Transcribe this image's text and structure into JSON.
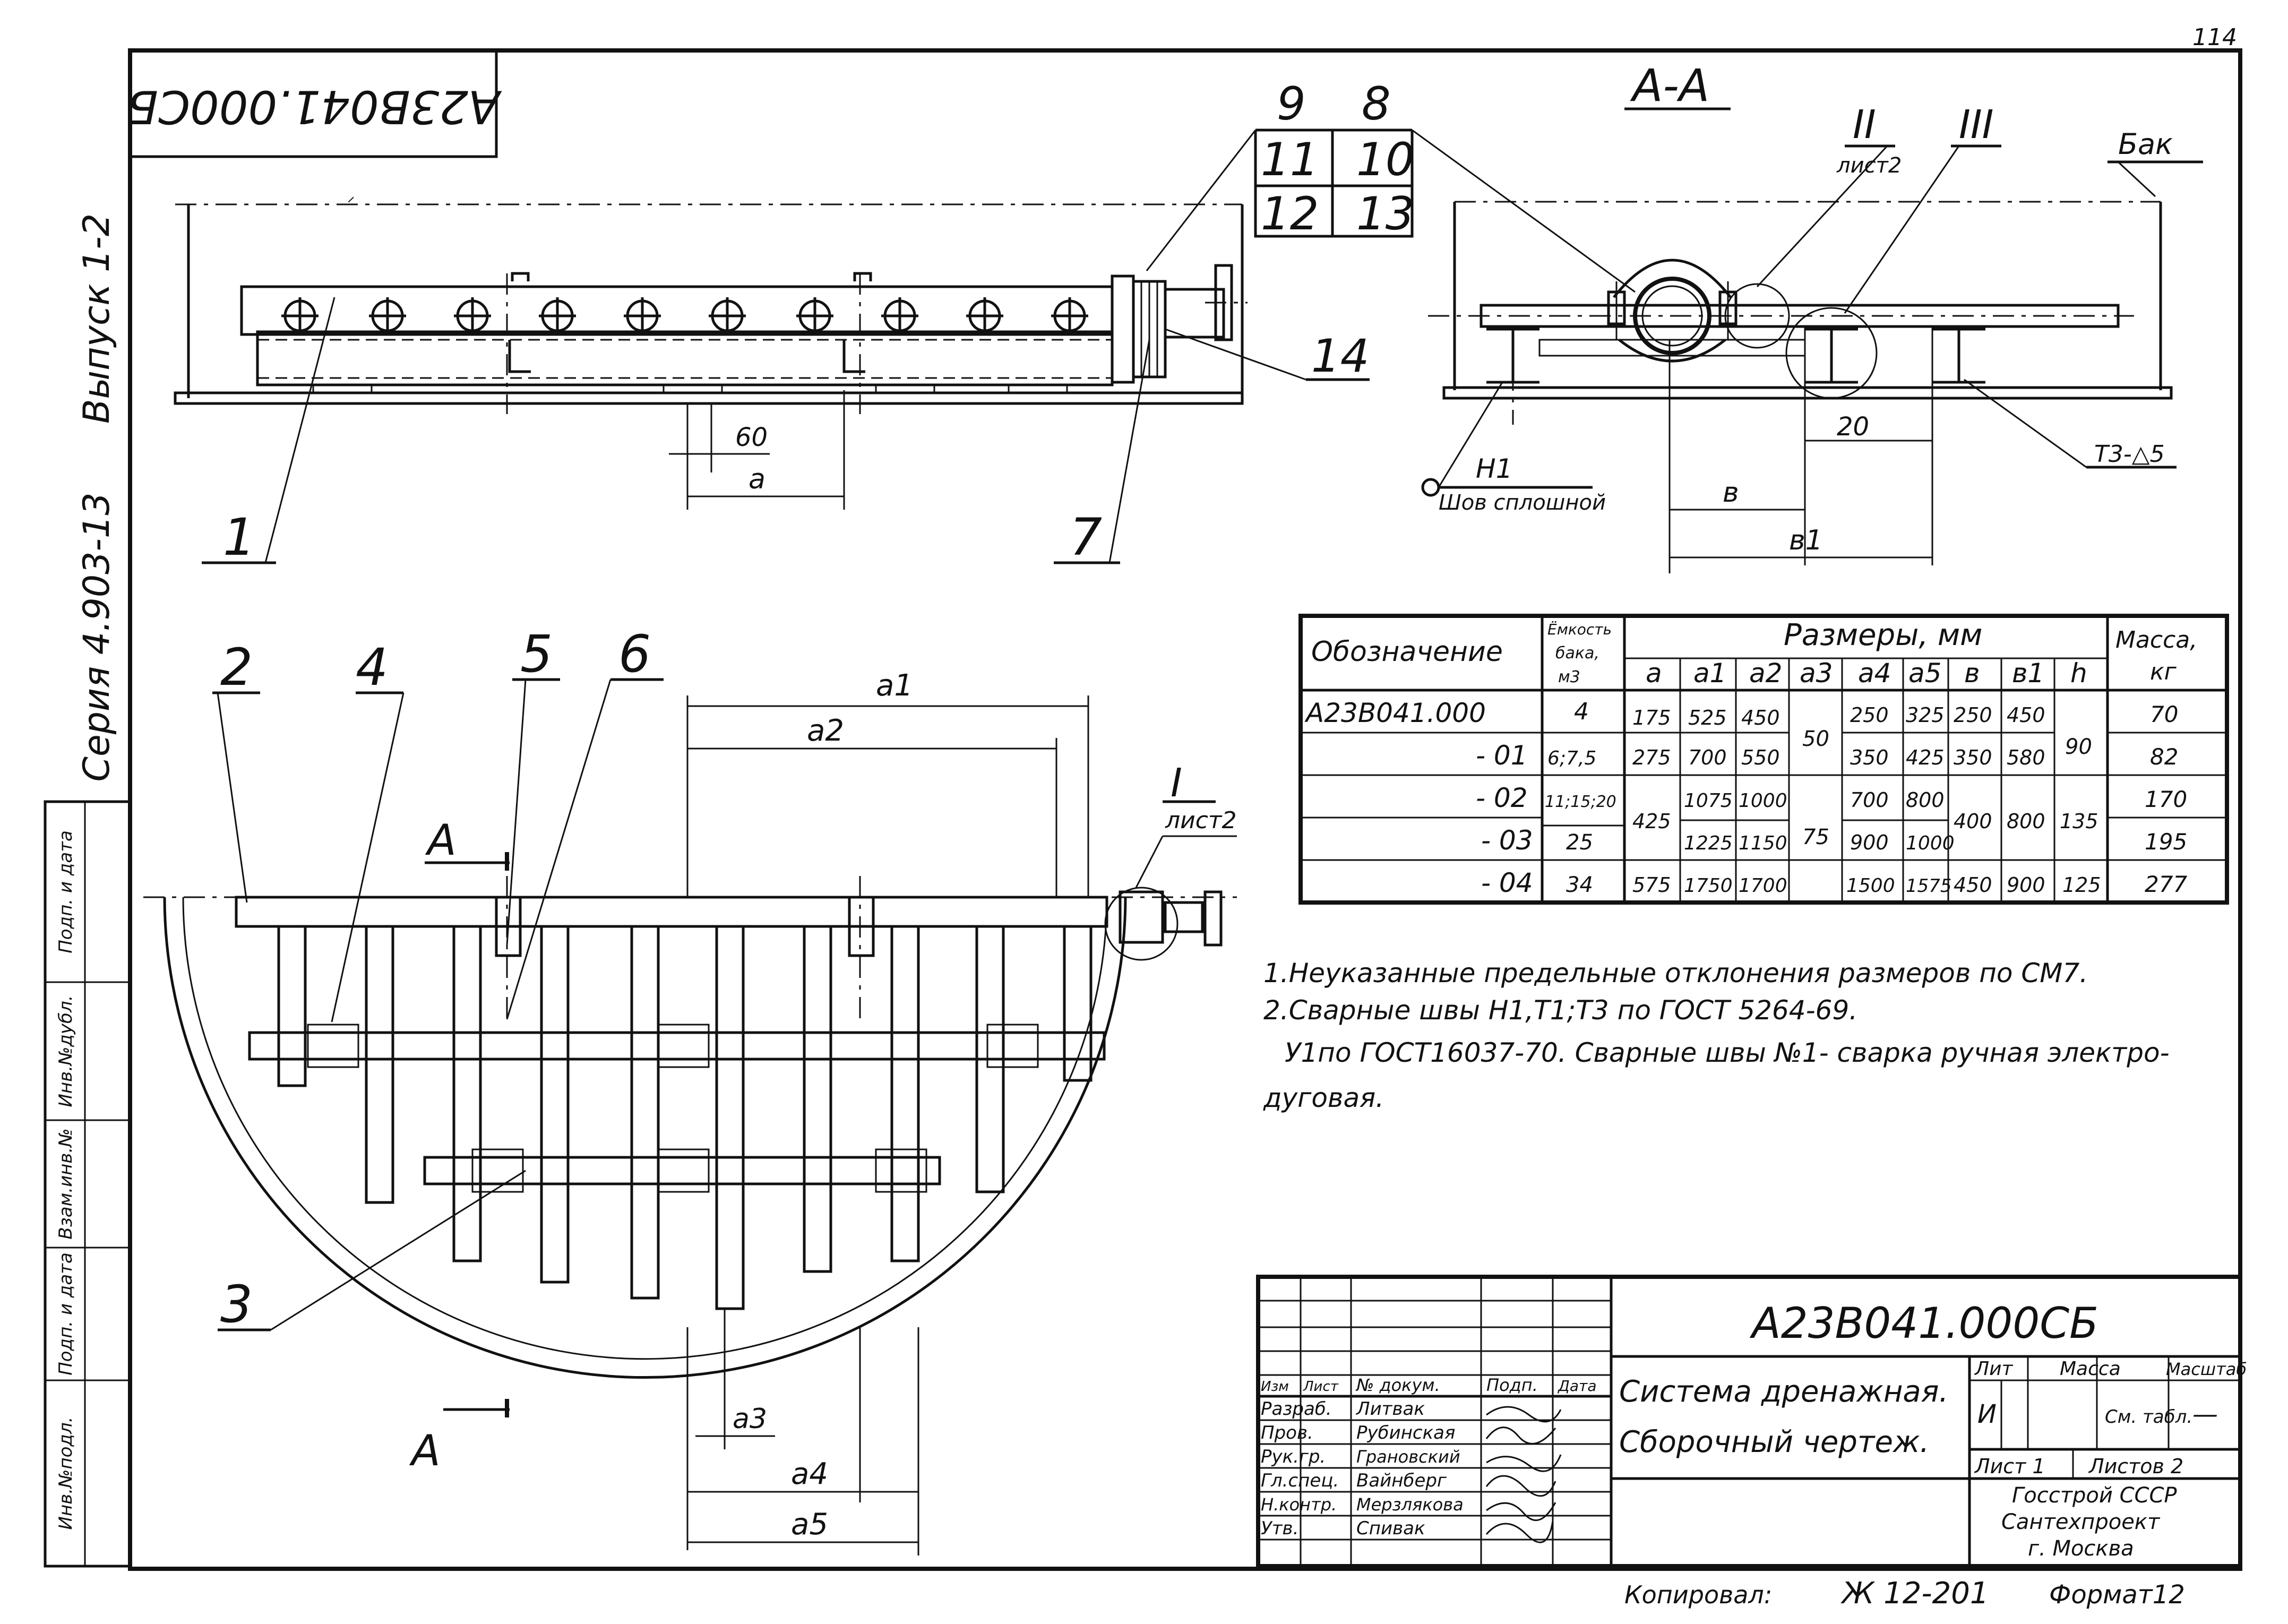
{
  "page_number": "114",
  "stamp_code_rotated": "А23В041.000СБ",
  "side_labels": {
    "issue": "Выпуск 1-2",
    "series": "Серия 4.903-13"
  },
  "side_stamp": [
    "Инв.№подл.",
    "Подп. и дата",
    "Взам.инв.№",
    "Инв.№дубл.",
    "Подп. и дата"
  ],
  "section_label": "А-А",
  "tank_label": "Бак",
  "detail_II": {
    "roman": "II",
    "ref": "лист2"
  },
  "detail_III": {
    "roman": "III"
  },
  "detail_I": {
    "roman": "I",
    "ref": "лист2"
  },
  "section_marks": [
    "А",
    "А"
  ],
  "callouts": {
    "c1": "1",
    "c2": "2",
    "c3": "3",
    "c4": "4",
    "c5": "5",
    "c6": "6",
    "c7": "7",
    "c8": "8",
    "c9": "9",
    "c10": "10",
    "c11": "11",
    "c12": "12",
    "c13": "13",
    "c14": "14"
  },
  "dimensions": {
    "d60": "60",
    "a": "a",
    "d20": "20",
    "b": "в",
    "b1": "в1",
    "a1": "a1",
    "a2": "a2",
    "a3": "a3",
    "a4": "a4",
    "a5": "a5"
  },
  "welds": {
    "h1": "Н1",
    "h1_desc": "Шов сплошной",
    "t3": "Т3-△5"
  },
  "table": {
    "headers": {
      "designation": "Обозначение",
      "capacity": [
        "Ёмкость",
        "бака,",
        "м3"
      ],
      "sizes": "Размеры, мм",
      "mass": [
        "Масса,",
        "кг"
      ]
    },
    "subheaders": [
      "a",
      "a1",
      "a2",
      "a3",
      "a4",
      "a5",
      "в",
      "в1",
      "h"
    ],
    "rows": [
      {
        "designation": "А23В041.000",
        "capacity": "4",
        "a": "175",
        "a1": "525",
        "a2": "450",
        "a4": "250",
        "a5": "325",
        "b": "250",
        "b1": "450",
        "mass": "70"
      },
      {
        "designation": "- 01",
        "capacity": "6;7,5",
        "a": "275",
        "a1": "700",
        "a2": "550",
        "a4": "350",
        "a5": "425",
        "b": "350",
        "b1": "580",
        "mass": "82"
      },
      {
        "designation": "- 02",
        "capacity": "11;15;20",
        "a1": "1075",
        "a2": "1000",
        "a4": "700",
        "a5": "800",
        "mass": "170"
      },
      {
        "designation": "- 03",
        "capacity": "25",
        "a1": "1225",
        "a2": "1150",
        "a4": "900",
        "a5": "1000",
        "mass": "195"
      },
      {
        "designation": "- 04",
        "capacity": "34",
        "a": "575",
        "a1": "1750",
        "a2": "1700",
        "a4": "1500",
        "a5": "1575",
        "b": "450",
        "b1": "900",
        "h": "125",
        "mass": "277"
      }
    ],
    "merged": {
      "a3_top": "50",
      "a3_bottom": "75",
      "h_top": "90",
      "a_mid": "425",
      "b_mid": "400",
      "b1_mid": "800",
      "h_mid": "135"
    }
  },
  "notes": [
    "1.Неуказанные предельные отклонения размеров по СМ7.",
    "2.Сварные швы Н1,Т1;Т3 по ГОСТ 5264-69.",
    "У1по ГОСТ16037-70. Сварные швы №1- сварка ручная электро-",
    "дуговая."
  ],
  "title_block": {
    "code": "А23В041.000СБ",
    "name_line1": "Система дренажная.",
    "name_line2": "Сборочный чертеж.",
    "col_headers": [
      "Изм",
      "Лист",
      "№ докум.",
      "Подп.",
      "Дата"
    ],
    "roles": [
      {
        "role": "Разраб.",
        "name": "Литвак"
      },
      {
        "role": "Пров.",
        "name": "Рубинская"
      },
      {
        "role": "Рук.гр.",
        "name": "Грановский"
      },
      {
        "role": "Гл.спец.",
        "name": "Вайнберг"
      },
      {
        "role": "Н.контр.",
        "name": "Мерзлякова"
      },
      {
        "role": "Утв.",
        "name": "Спивак"
      }
    ],
    "lit_header": "Лит",
    "mass_header": "Масса",
    "scale_header": "Масштаб",
    "lit_value": "И",
    "mass_value": "См. табл.",
    "scale_value": "—",
    "sheet": "Лист 1",
    "sheets": "Листов 2",
    "org_line1": "Госстрой СССР",
    "org_line2": "Сантехпроект",
    "org_line3": "г. Москва"
  },
  "footer": {
    "copied": "Копировал:",
    "copier_id": "Ж 12-201",
    "format": "Формат12"
  }
}
